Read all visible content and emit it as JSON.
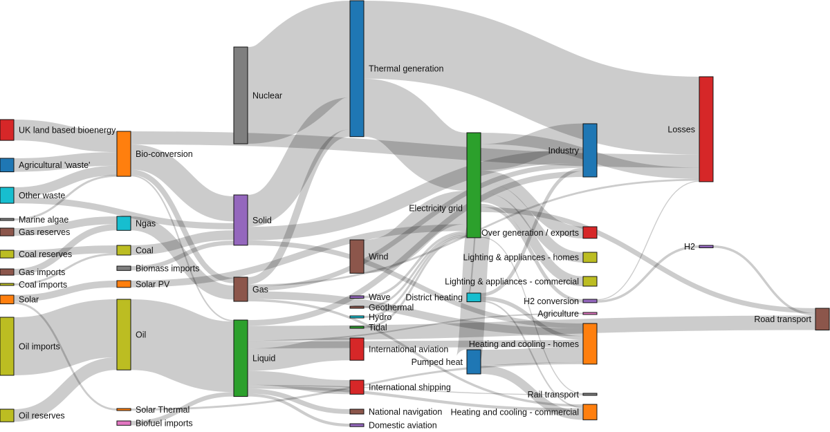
{
  "diagram": {
    "type": "sankey",
    "nodes": [
      {
        "id": "uk_land",
        "label": "UK land based bioenergy",
        "color": "#d62728"
      },
      {
        "id": "agri_waste",
        "label": "Agricultural 'waste'",
        "color": "#1f77b4"
      },
      {
        "id": "other_waste",
        "label": "Other waste",
        "color": "#17becf"
      },
      {
        "id": "marine_algae",
        "label": "Marine algae",
        "color": "#7f7f7f"
      },
      {
        "id": "gas_reserves",
        "label": "Gas reserves",
        "color": "#8c564b"
      },
      {
        "id": "coal_reserves",
        "label": "Coal reserves",
        "color": "#bcbd22"
      },
      {
        "id": "gas_imports",
        "label": "Gas imports",
        "color": "#8c564b"
      },
      {
        "id": "coal_imports",
        "label": "Coal imports",
        "color": "#bcbd22"
      },
      {
        "id": "solar",
        "label": "Solar",
        "color": "#ff7f0e"
      },
      {
        "id": "oil_imports",
        "label": "Oil imports",
        "color": "#bcbd22"
      },
      {
        "id": "oil_reserves",
        "label": "Oil reserves",
        "color": "#bcbd22"
      },
      {
        "id": "bio_conversion",
        "label": "Bio-conversion",
        "color": "#ff7f0e"
      },
      {
        "id": "ngas",
        "label": "Ngas",
        "color": "#17becf"
      },
      {
        "id": "coal",
        "label": "Coal",
        "color": "#bcbd22"
      },
      {
        "id": "biomass_imports",
        "label": "Biomass imports",
        "color": "#7f7f7f"
      },
      {
        "id": "solar_pv",
        "label": "Solar PV",
        "color": "#ff7f0e"
      },
      {
        "id": "oil",
        "label": "Oil",
        "color": "#bcbd22"
      },
      {
        "id": "solar_thermal",
        "label": "Solar Thermal",
        "color": "#ff7f0e"
      },
      {
        "id": "biofuel_imports",
        "label": "Biofuel imports",
        "color": "#e377c2"
      },
      {
        "id": "nuclear",
        "label": "Nuclear",
        "color": "#7f7f7f"
      },
      {
        "id": "solid",
        "label": "Solid",
        "color": "#9467bd"
      },
      {
        "id": "gas",
        "label": "Gas",
        "color": "#8c564b"
      },
      {
        "id": "liquid",
        "label": "Liquid",
        "color": "#2ca02c"
      },
      {
        "id": "thermal_generation",
        "label": "Thermal generation",
        "color": "#1f77b4"
      },
      {
        "id": "wind",
        "label": "Wind",
        "color": "#8c564b"
      },
      {
        "id": "wave",
        "label": "Wave",
        "color": "#9467bd"
      },
      {
        "id": "geothermal",
        "label": "Geothermal",
        "color": "#8c564b"
      },
      {
        "id": "hydro",
        "label": "Hydro",
        "color": "#17becf"
      },
      {
        "id": "tidal",
        "label": "Tidal",
        "color": "#2ca02c"
      },
      {
        "id": "international_aviation",
        "label": "International aviation",
        "color": "#d62728"
      },
      {
        "id": "international_shipping",
        "label": "International shipping",
        "color": "#d62728"
      },
      {
        "id": "national_navigation",
        "label": "National navigation",
        "color": "#8c564b"
      },
      {
        "id": "domestic_aviation",
        "label": "Domestic aviation",
        "color": "#9467bd"
      },
      {
        "id": "electricity_grid",
        "label": "Electricity grid",
        "color": "#2ca02c"
      },
      {
        "id": "district_heating",
        "label": "District heating",
        "color": "#17becf"
      },
      {
        "id": "pumped_heat",
        "label": "Pumped heat",
        "color": "#1f77b4"
      },
      {
        "id": "industry",
        "label": "Industry",
        "color": "#1f77b4"
      },
      {
        "id": "over_generation",
        "label": "Over generation / exports",
        "color": "#d62728"
      },
      {
        "id": "lighting_homes",
        "label": "Lighting & appliances - homes",
        "color": "#bcbd22"
      },
      {
        "id": "lighting_commercial",
        "label": "Lighting & appliances - commercial",
        "color": "#bcbd22"
      },
      {
        "id": "h2_conversion",
        "label": "H2 conversion",
        "color": "#9467bd"
      },
      {
        "id": "agriculture",
        "label": "Agriculture",
        "color": "#e377c2"
      },
      {
        "id": "heating_homes",
        "label": "Heating and cooling - homes",
        "color": "#ff7f0e"
      },
      {
        "id": "rail_transport",
        "label": "Rail transport",
        "color": "#7f7f7f"
      },
      {
        "id": "heating_commercial",
        "label": "Heating and cooling - commercial",
        "color": "#ff7f0e"
      },
      {
        "id": "losses",
        "label": "Losses",
        "color": "#d62728"
      },
      {
        "id": "h2",
        "label": "H2",
        "color": "#9467bd"
      },
      {
        "id": "road_transport",
        "label": "Road transport",
        "color": "#8c564b"
      }
    ],
    "links": [
      {
        "source": "uk_land",
        "target": "bio_conversion",
        "value": 43
      },
      {
        "source": "agri_waste",
        "target": "bio_conversion",
        "value": 28
      },
      {
        "source": "other_waste",
        "target": "bio_conversion",
        "value": 20
      },
      {
        "source": "other_waste",
        "target": "solid",
        "value": 13
      },
      {
        "source": "marine_algae",
        "target": "bio_conversion",
        "value": 2
      },
      {
        "source": "gas_reserves",
        "target": "ngas",
        "value": 16
      },
      {
        "source": "coal_reserves",
        "target": "coal",
        "value": 16
      },
      {
        "source": "gas_imports",
        "target": "ngas",
        "value": 13
      },
      {
        "source": "coal_imports",
        "target": "coal",
        "value": 4
      },
      {
        "source": "solar",
        "target": "solar_pv",
        "value": 14
      },
      {
        "source": "solar",
        "target": "solar_thermal",
        "value": 4
      },
      {
        "source": "oil_imports",
        "target": "oil",
        "value": 120
      },
      {
        "source": "oil_reserves",
        "target": "oil",
        "value": 26
      },
      {
        "source": "bio_conversion",
        "target": "solid",
        "value": 52
      },
      {
        "source": "bio_conversion",
        "target": "gas",
        "value": 11
      },
      {
        "source": "bio_conversion",
        "target": "liquid",
        "value": 3
      },
      {
        "source": "bio_conversion",
        "target": "losses",
        "value": 27
      },
      {
        "source": "ngas",
        "target": "gas",
        "value": 29
      },
      {
        "source": "coal",
        "target": "solid",
        "value": 20
      },
      {
        "source": "biomass_imports",
        "target": "solid",
        "value": 9
      },
      {
        "source": "solar_pv",
        "target": "electricity_grid",
        "value": 14
      },
      {
        "source": "oil",
        "target": "liquid",
        "value": 146
      },
      {
        "source": "solar_thermal",
        "target": "heating_homes",
        "value": 4
      },
      {
        "source": "biofuel_imports",
        "target": "liquid",
        "value": 9
      },
      {
        "source": "nuclear",
        "target": "thermal_generation",
        "value": 200
      },
      {
        "source": "solid",
        "target": "thermal_generation",
        "value": 66
      },
      {
        "source": "solid",
        "target": "industry",
        "value": 28
      },
      {
        "source": "solid",
        "target": "heating_homes",
        "value": 10
      },
      {
        "source": "gas",
        "target": "thermal_generation",
        "value": 15
      },
      {
        "source": "gas",
        "target": "industry",
        "value": 10
      },
      {
        "source": "gas",
        "target": "heating_homes",
        "value": 16
      },
      {
        "source": "gas",
        "target": "heating_commercial",
        "value": 5
      },
      {
        "source": "gas",
        "target": "losses",
        "value": 4
      },
      {
        "source": "liquid",
        "target": "international_aviation",
        "value": 46
      },
      {
        "source": "liquid",
        "target": "international_shipping",
        "value": 29
      },
      {
        "source": "liquid",
        "target": "national_navigation",
        "value": 10
      },
      {
        "source": "liquid",
        "target": "domestic_aviation",
        "value": 6
      },
      {
        "source": "liquid",
        "target": "road_transport",
        "value": 30
      },
      {
        "source": "liquid",
        "target": "industry",
        "value": 12
      },
      {
        "source": "liquid",
        "target": "agriculture",
        "value": 3
      },
      {
        "source": "liquid",
        "target": "heating_homes",
        "value": 14
      },
      {
        "source": "liquid",
        "target": "rail_transport",
        "value": 2
      },
      {
        "source": "liquid",
        "target": "heating_commercial",
        "value": 6
      },
      {
        "source": "thermal_generation",
        "target": "electricity_grid",
        "value": 120
      },
      {
        "source": "thermal_generation",
        "target": "losses",
        "value": 161
      },
      {
        "source": "wind",
        "target": "electricity_grid",
        "value": 69
      },
      {
        "source": "wave",
        "target": "electricity_grid",
        "value": 5
      },
      {
        "source": "geothermal",
        "target": "electricity_grid",
        "value": 3
      },
      {
        "source": "hydro",
        "target": "electricity_grid",
        "value": 3
      },
      {
        "source": "tidal",
        "target": "electricity_grid",
        "value": 3
      },
      {
        "source": "electricity_grid",
        "target": "industry",
        "value": 53
      },
      {
        "source": "electricity_grid",
        "target": "over_generation",
        "value": 24
      },
      {
        "source": "electricity_grid",
        "target": "lighting_homes",
        "value": 21
      },
      {
        "source": "electricity_grid",
        "target": "lighting_commercial",
        "value": 20
      },
      {
        "source": "electricity_grid",
        "target": "h2_conversion",
        "value": 7
      },
      {
        "source": "electricity_grid",
        "target": "pumped_heat",
        "value": 50
      },
      {
        "source": "electricity_grid",
        "target": "losses",
        "value": 23
      },
      {
        "source": "electricity_grid",
        "target": "rail_transport",
        "value": 2
      },
      {
        "source": "electricity_grid",
        "target": "road_transport",
        "value": 10
      },
      {
        "source": "electricity_grid",
        "target": "district_heating",
        "value": 3
      },
      {
        "source": "district_heating",
        "target": "heating_homes",
        "value": 8
      },
      {
        "source": "district_heating",
        "target": "industry",
        "value": 7
      },
      {
        "source": "district_heating",
        "target": "heating_commercial",
        "value": 3
      },
      {
        "source": "pumped_heat",
        "target": "heating_homes",
        "value": 32
      },
      {
        "source": "pumped_heat",
        "target": "heating_commercial",
        "value": 18
      },
      {
        "source": "h2_conversion",
        "target": "h2",
        "value": 5
      },
      {
        "source": "h2_conversion",
        "target": "losses",
        "value": 2
      },
      {
        "source": "h2",
        "target": "road_transport",
        "value": 5
      }
    ]
  }
}
